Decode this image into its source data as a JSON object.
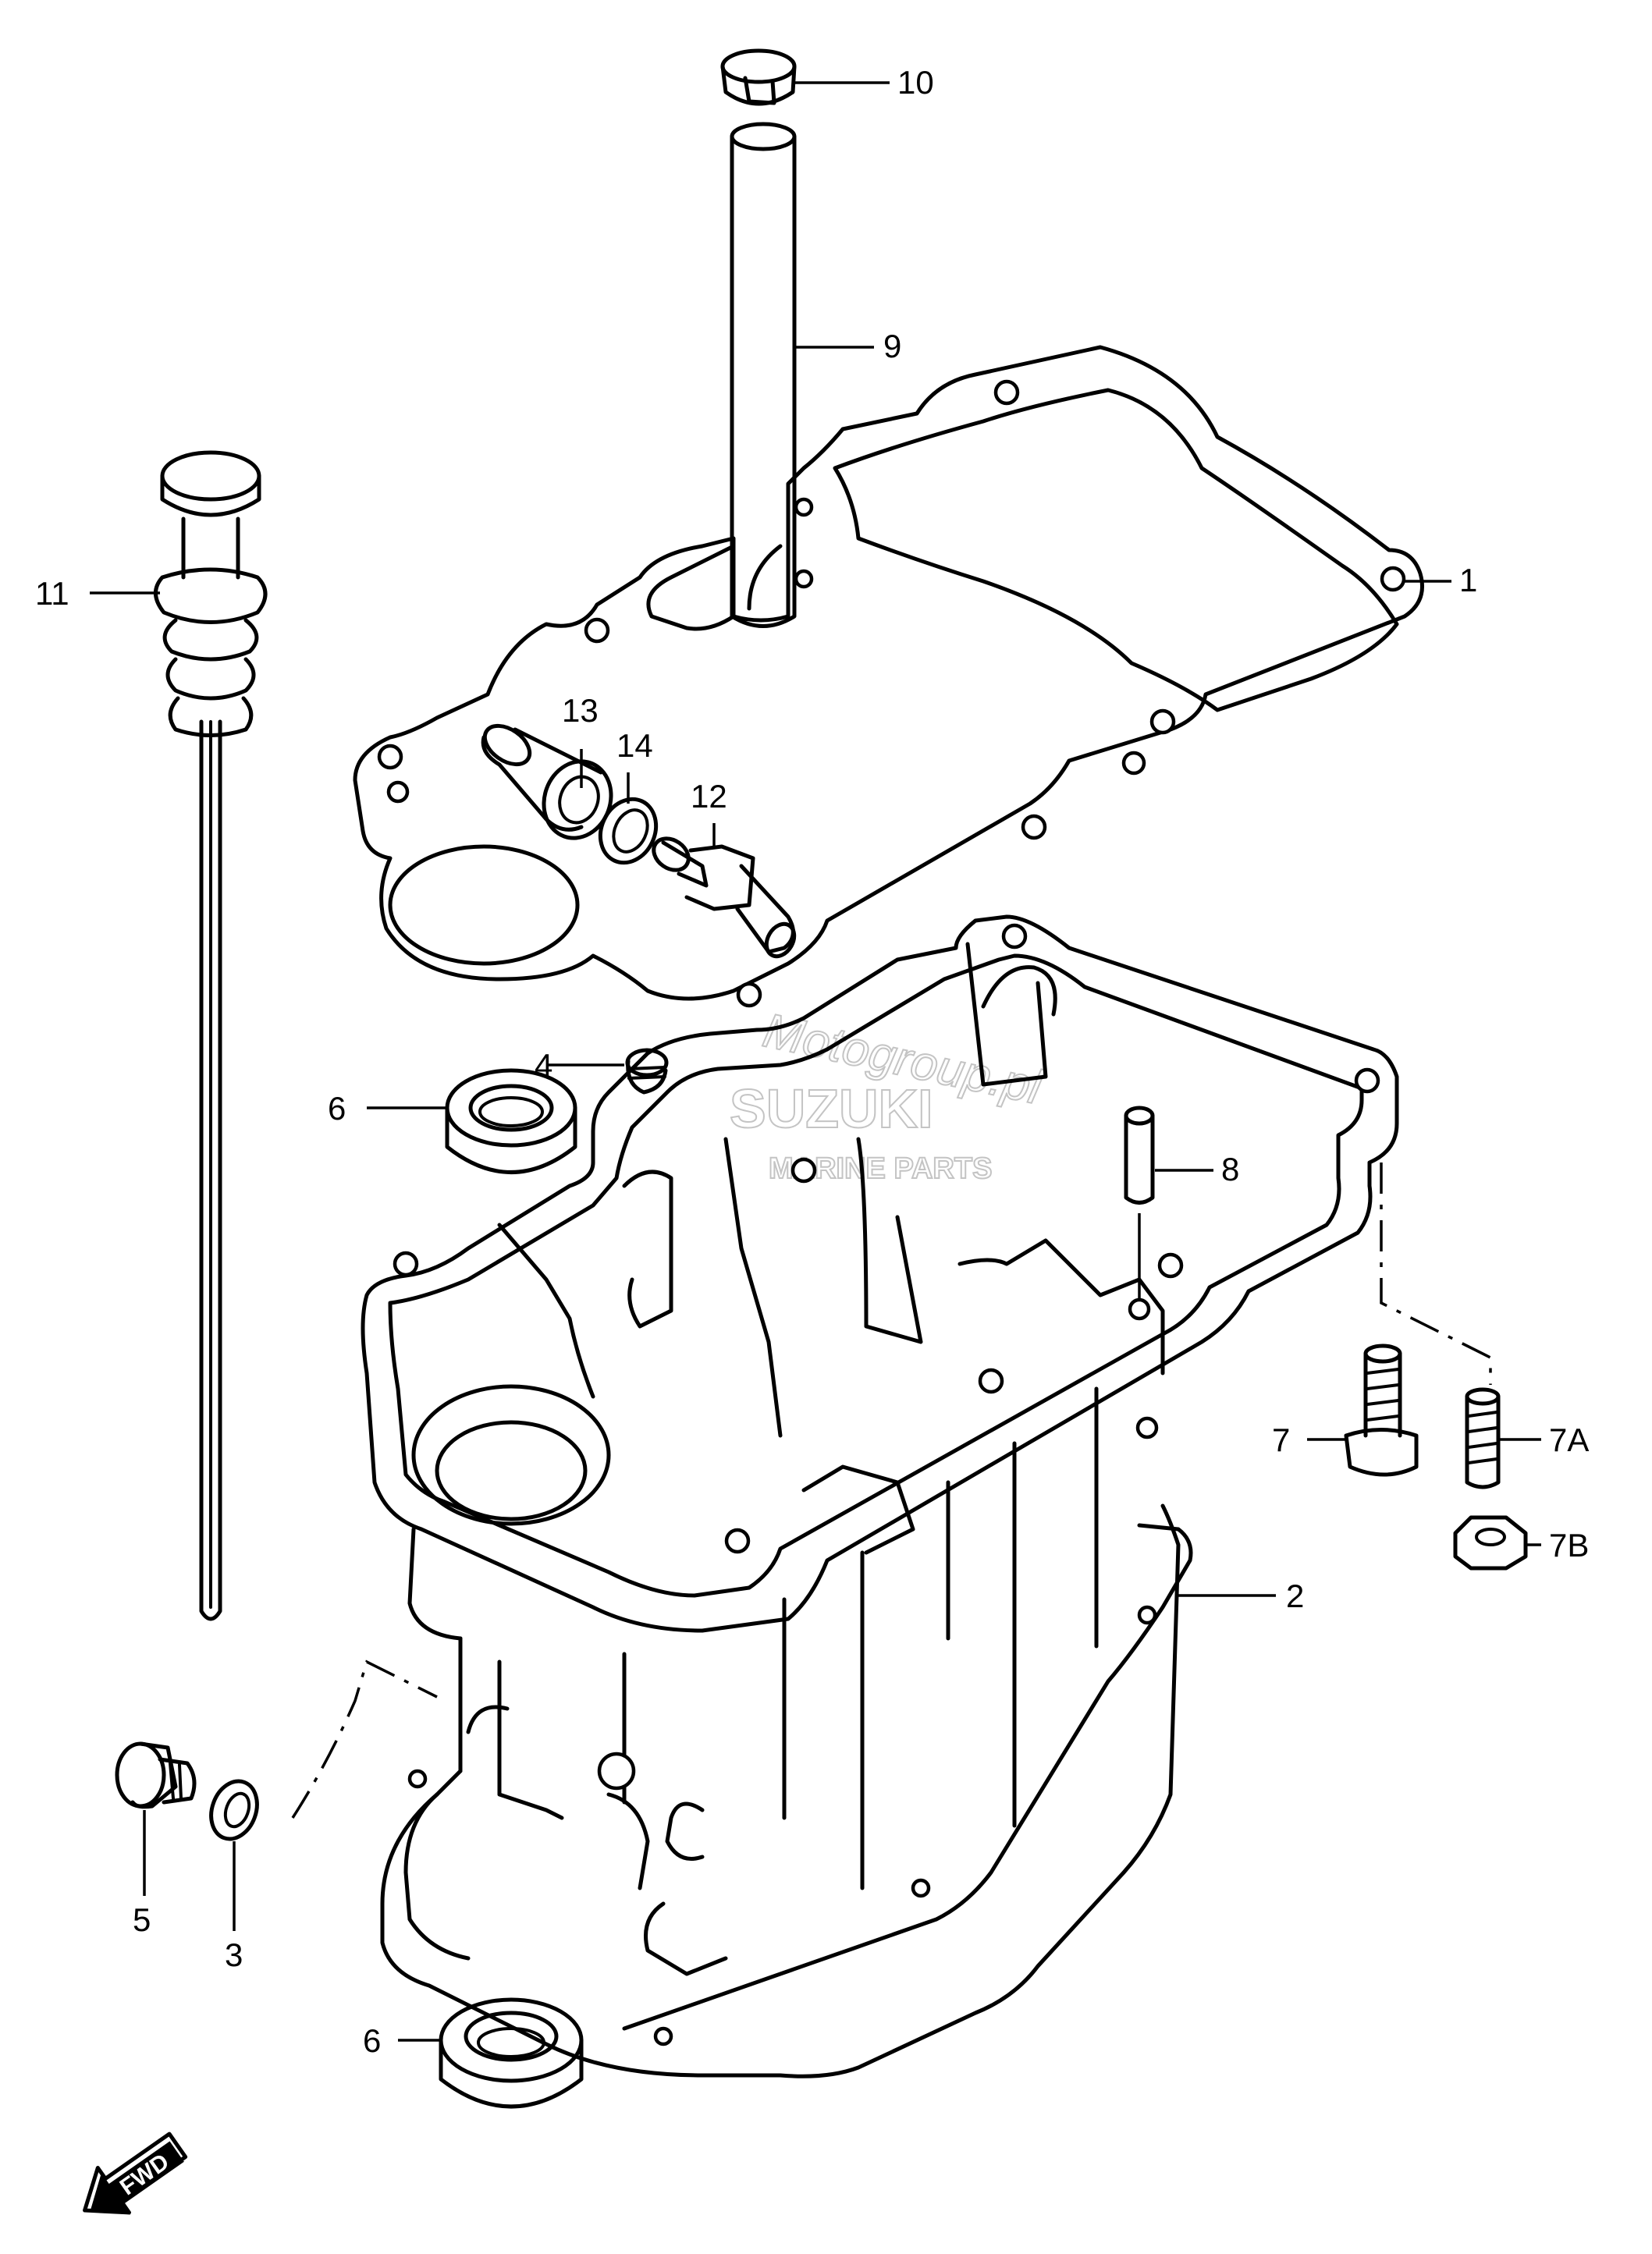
{
  "callouts": [
    {
      "id": "c1",
      "label": "1"
    },
    {
      "id": "c2",
      "label": "2"
    },
    {
      "id": "c3",
      "label": "3"
    },
    {
      "id": "c4",
      "label": "4"
    },
    {
      "id": "c5",
      "label": "5"
    },
    {
      "id": "c6a",
      "label": "6"
    },
    {
      "id": "c6b",
      "label": "6"
    },
    {
      "id": "c7",
      "label": "7"
    },
    {
      "id": "c7a",
      "label": "7A"
    },
    {
      "id": "c7b",
      "label": "7B"
    },
    {
      "id": "c8",
      "label": "8"
    },
    {
      "id": "c9",
      "label": "9"
    },
    {
      "id": "c10",
      "label": "10"
    },
    {
      "id": "c11",
      "label": "11"
    },
    {
      "id": "c12",
      "label": "12"
    },
    {
      "id": "c13",
      "label": "13"
    },
    {
      "id": "c14",
      "label": "14"
    }
  ],
  "watermark": {
    "line1": "Motogroup.pl",
    "brand": "SUZUKI",
    "line2": "MARINE PARTS"
  },
  "direction_arrow": {
    "label": "FWD",
    "icon": "forward-arrow-icon"
  },
  "colors": {
    "ink": "#000000",
    "paper": "#ffffff",
    "watermark": "#c4c4c4"
  }
}
